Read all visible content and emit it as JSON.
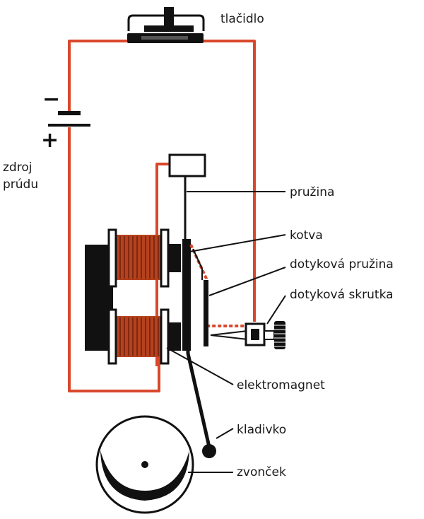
{
  "labels": {
    "push_button": "tlačidlo",
    "power_source_line1": "zdroj",
    "power_source_line2": "prúdu",
    "minus": "−",
    "plus": "+",
    "spring": "pružina",
    "armature": "kotva",
    "contact_spring": "dotyková pružina",
    "contact_screw": "dotyková skrutka",
    "electromagnet": "elektromagnet",
    "hammer": "kladivko",
    "bell": "zvonček"
  },
  "colors": {
    "wire": "#d9482b",
    "coil": "#b5421e",
    "ink": "#111111",
    "background": "#ffffff"
  }
}
